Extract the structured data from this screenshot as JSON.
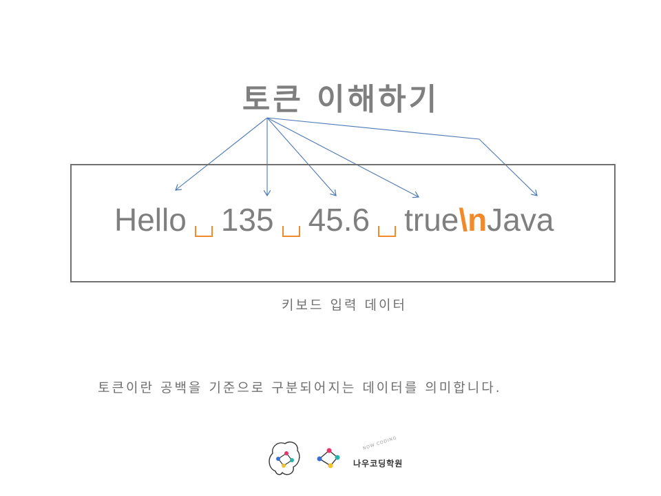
{
  "title": "토큰 이해하기",
  "tokens": [
    "Hello",
    "135",
    "45.6",
    "true",
    "\\n",
    "Java"
  ],
  "caption": "키보드 입력 데이터",
  "description": "토큰이란 공백을 기준으로 구분되어지는 데이터를 의미합니다.",
  "brand": {
    "name": "나우코딩학원",
    "tagline": "NOW CODING"
  },
  "colors": {
    "text_gray": "#7f7f7f",
    "accent_orange": "#f08a2a",
    "arrow_blue": "#4a78b5"
  }
}
